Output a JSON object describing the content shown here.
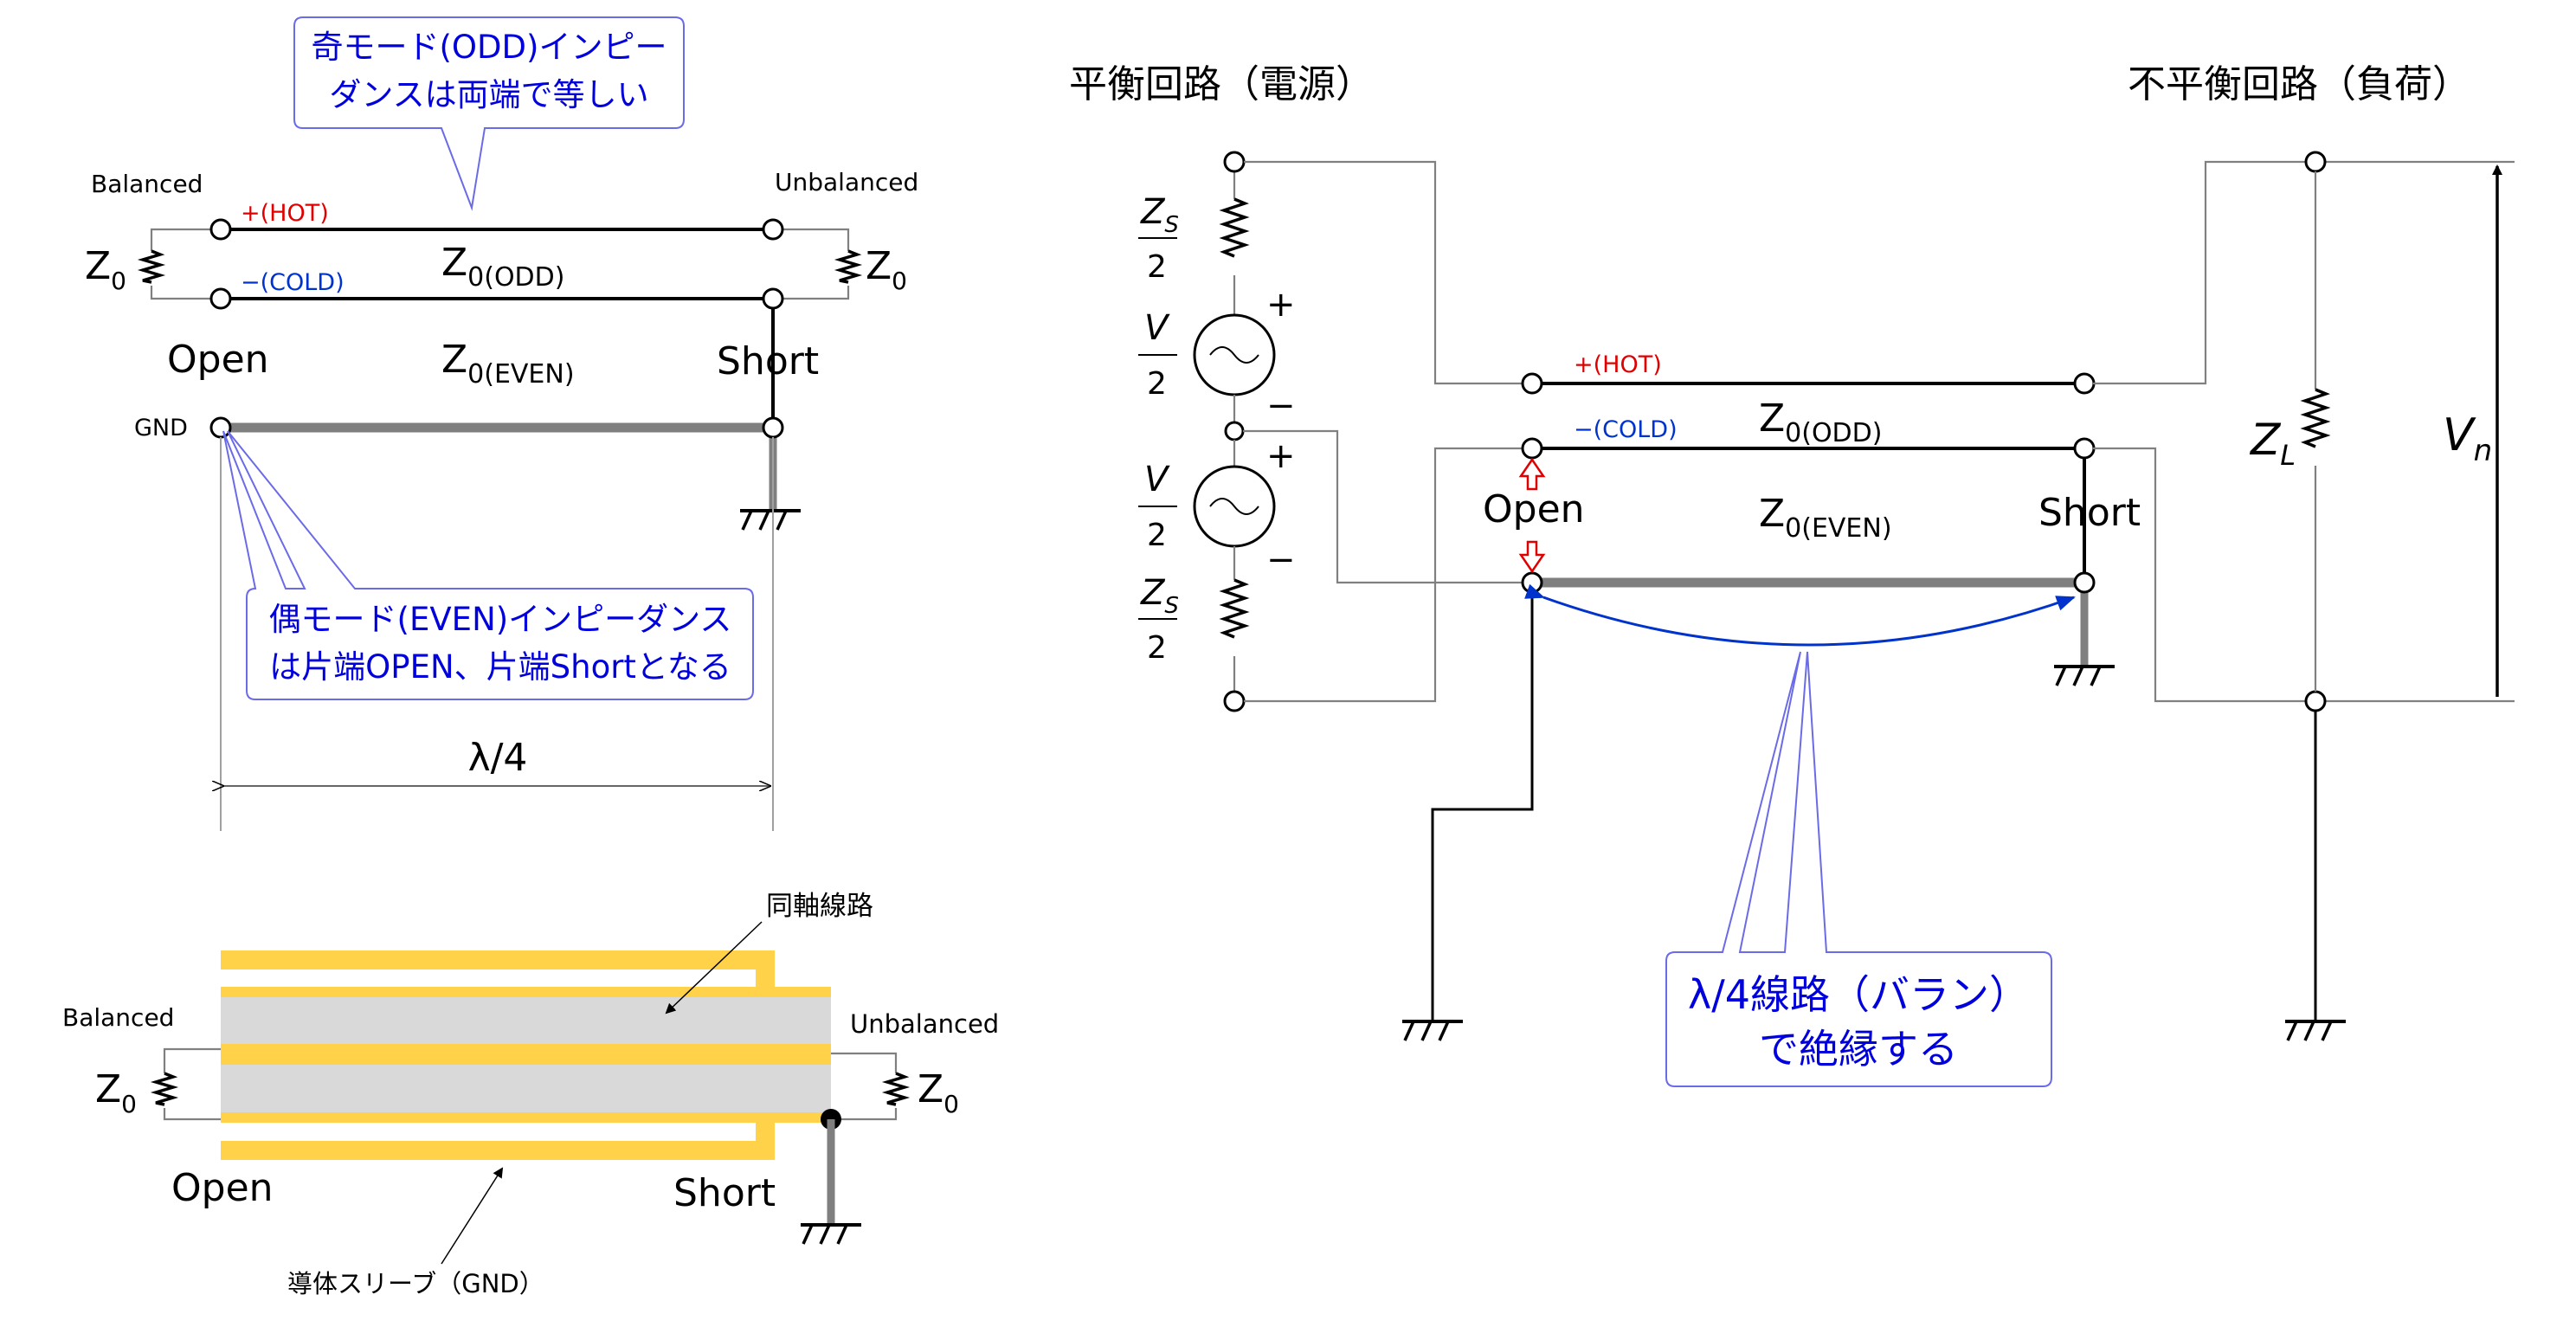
{
  "colors": {
    "hot": "#e00000",
    "cold": "#0033cc",
    "callout_text": "#0000dd",
    "callout_border": "#6b6be8",
    "conductor": "#ffd24a",
    "dielectric": "#d9d9d9",
    "ground_bar": "#7f7f7f"
  },
  "left_top": {
    "balanced": "Balanced",
    "unbalanced": "Unbalanced",
    "hot": "+(HOT)",
    "cold": "−(COLD)",
    "z0": "Z",
    "z0_sub": "0",
    "z_odd": "Z",
    "z_odd_sub": "0(ODD)",
    "z_even": "Z",
    "z_even_sub": "0(EVEN)",
    "open": "Open",
    "short": "Short",
    "gnd": "GND",
    "callout_odd": [
      "奇モード(ODD)インピー",
      "ダンスは両端で等しい"
    ],
    "callout_even": [
      "偶モード(EVEN)インピーダンス",
      "は片端OPEN、片端Shortとなる"
    ],
    "lambda": "λ/4"
  },
  "left_bottom": {
    "coax": "同軸線路",
    "balanced": "Balanced",
    "unbalanced": "Unbalanced",
    "z0": "Z",
    "z0_sub": "0",
    "open": "Open",
    "short": "Short",
    "sleeve": "導体スリーブ（GND）"
  },
  "right": {
    "title_balanced": "平衡回路（電源）",
    "title_unbalanced": "不平衡回路（負荷）",
    "zs_num": "Z",
    "zs_sub": "S",
    "two": "2",
    "v": "V",
    "plus": "+",
    "minus": "−",
    "hot": "+(HOT)",
    "cold": "−(COLD)",
    "z_odd": "Z",
    "z_odd_sub": "0(ODD)",
    "z_even": "Z",
    "z_even_sub": "0(EVEN)",
    "open": "Open",
    "short": "Short",
    "zl": "Z",
    "zl_sub": "L",
    "vn": "V",
    "vn_sub": "n",
    "callout_balun": [
      "λ/4線路（バラン）",
      "で絶縁する"
    ]
  }
}
